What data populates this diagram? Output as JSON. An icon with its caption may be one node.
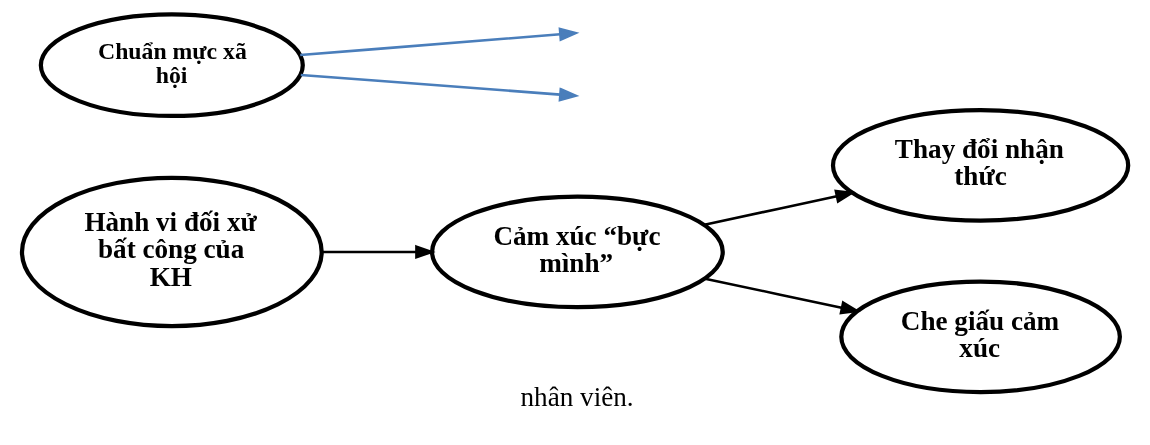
{
  "diagram": {
    "nodes": [
      {
        "text": [
          "Hành vi đối xử bất công của KH"
        ]
      },
      {
        "text": [
          "Cảm xúc “bực mình”"
        ]
      },
      {
        "text": [
          "Thay đổi nhận thức"
        ]
      },
      {
        "text": [
          "Chuẩn mực xã hội"
        ]
      },
      {
        "text": [
          "Che giấu cảm xúc"
        ]
      }
    ],
    "edges": [
      {
        "from": 0,
        "to": 1,
        "arrow": "to"
      },
      {
        "from": 1,
        "to": 2,
        "arrow": "to"
      },
      {
        "from": 1,
        "to": 4,
        "arrow": "to"
      },
      {
        "from": 3,
        "to": null,
        "arrow": "to",
        "color": "#4a7ebb"
      },
      {
        "from": 3,
        "to": null,
        "arrow": "to",
        "color": "#4a7ebb"
      }
    ],
    "labels": [
      "nhân viên."
    ]
  }
}
